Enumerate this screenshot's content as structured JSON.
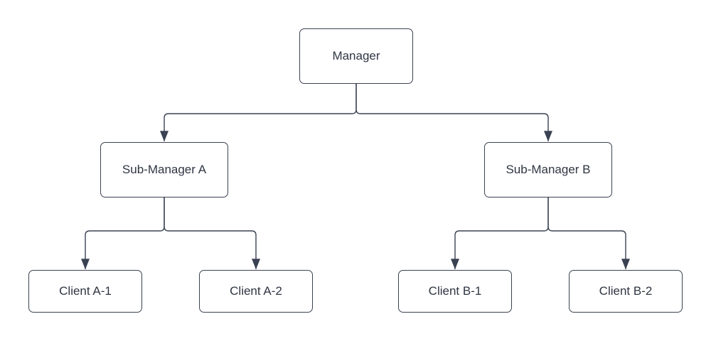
{
  "diagram": {
    "type": "org-chart",
    "nodes": [
      {
        "id": "manager",
        "label": "Manager"
      },
      {
        "id": "sub-manager-a",
        "label": "Sub-Manager A"
      },
      {
        "id": "sub-manager-b",
        "label": "Sub-Manager B"
      },
      {
        "id": "client-a1",
        "label": "Client A-1"
      },
      {
        "id": "client-a2",
        "label": "Client A-2"
      },
      {
        "id": "client-b1",
        "label": "Client B-1"
      },
      {
        "id": "client-b2",
        "label": "Client B-2"
      }
    ],
    "edges": [
      {
        "from": "manager",
        "to": "sub-manager-a",
        "arrow": "filled-triangle"
      },
      {
        "from": "manager",
        "to": "sub-manager-b",
        "arrow": "filled-triangle"
      },
      {
        "from": "sub-manager-a",
        "to": "client-a1",
        "arrow": "filled-triangle"
      },
      {
        "from": "sub-manager-a",
        "to": "client-a2",
        "arrow": "filled-triangle"
      },
      {
        "from": "sub-manager-b",
        "to": "client-b1",
        "arrow": "filled-triangle"
      },
      {
        "from": "sub-manager-b",
        "to": "client-b2",
        "arrow": "filled-triangle"
      }
    ],
    "colors": {
      "stroke": "#3a4252",
      "text": "#2f3542",
      "node_fill": "#ffffff",
      "background": "#ffffff"
    }
  }
}
